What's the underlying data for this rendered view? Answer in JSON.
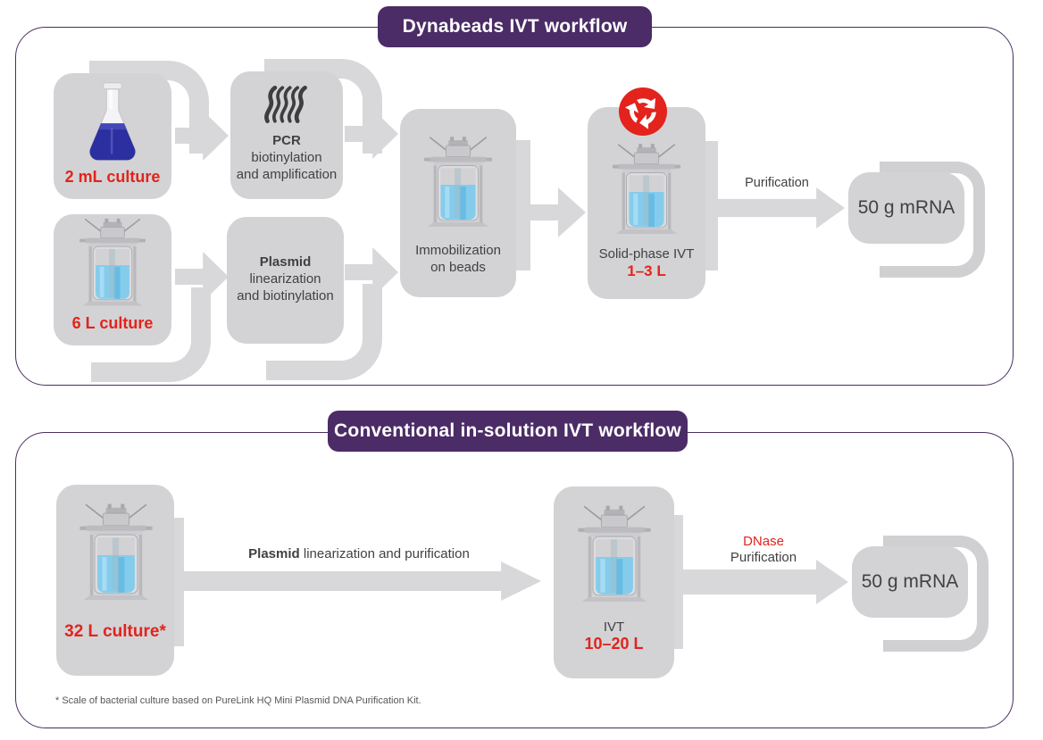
{
  "colors": {
    "purple": "#4b2c66",
    "red": "#e3231c",
    "box_gray": "#d3d3d5",
    "arrow_gray": "#d8d8da",
    "text_dark": "#414042"
  },
  "dynabeads": {
    "title": "Dynabeads IVT workflow",
    "culture_small": "2 mL culture",
    "pcr_bold": "PCR",
    "pcr_line2": "biotinylation",
    "pcr_line3": "and amplification",
    "culture_large": "6 L culture",
    "plasmid_bold": "Plasmid",
    "plasmid_line2": "linearization",
    "plasmid_line3": "and biotinylation",
    "immobilization_line1": "Immobilization",
    "immobilization_line2": "on beads",
    "ivt_label": "Solid-phase IVT",
    "ivt_volume": "1–3 L",
    "purification": "Purification",
    "result": "50 g mRNA"
  },
  "conventional": {
    "title": "Conventional in-solution IVT workflow",
    "culture": "32 L culture*",
    "arrow_bold": "Plasmid",
    "arrow_rest": " linearization and purification",
    "ivt_label": "IVT",
    "ivt_volume": "10–20 L",
    "dnase": "DNase",
    "purification": "Purification",
    "result": "50 g mRNA",
    "footnote": "* Scale of bacterial culture based on PureLink HQ Mini Plasmid DNA Purification Kit."
  }
}
